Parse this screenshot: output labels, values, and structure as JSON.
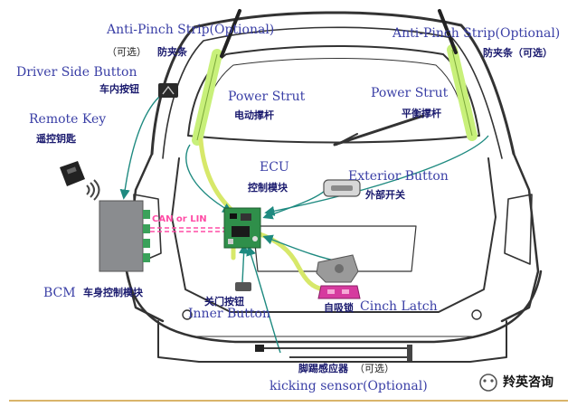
{
  "labels": {
    "anti_pinch_left_en": "Anti-Pinch Strip(Optional)",
    "anti_pinch_left_cn_opt": "（可选）",
    "anti_pinch_left_cn": "防夹条",
    "anti_pinch_right_en": "Anti-Pinch Strip(Optional)",
    "anti_pinch_right_cn": "防夹条（可选）",
    "driver_button_en": "Driver Side  Button",
    "driver_button_cn": "车内按钮",
    "remote_key_en": "Remote Key",
    "remote_key_cn": "遥控钥匙",
    "power_strut_left_en": "Power Strut",
    "power_strut_left_cn": "电动撑杆",
    "power_strut_right_en": "Power Strut",
    "power_strut_right_cn": "平衡撑杆",
    "ecu_en": "ECU",
    "ecu_cn": "控制模块",
    "exterior_button_en": "Exterior Button",
    "exterior_button_cn": "外部开关",
    "can_lin": "CAN or LIN",
    "bcm_en": "BCM",
    "bcm_cn": "车身控制模块",
    "inner_button_cn": "关门按钮",
    "inner_button_en": "Inner Button",
    "cinch_latch_cn": "自吸锁",
    "cinch_latch_en": "Cinch Latch",
    "kicking_sensor_cn": "脚踢感应器",
    "kicking_sensor_cn_opt": "（可选）",
    "kicking_sensor_en": "kicking sensor(Optional)",
    "watermark": "羚英咨询"
  },
  "colors": {
    "label_blue": "#3a3fa6",
    "label_cn": "#1a1a6e",
    "strip_green": "#c8f07a",
    "cable_yellow": "#d7e86a",
    "wire_teal": "#1e8a80",
    "bus_pink": "#ff4da6",
    "ecu_green": "#2f8f4a",
    "bcm_gray": "#8a8c8f",
    "latch_magenta": "#d63b9f",
    "footer_line": "#d9b46a"
  }
}
